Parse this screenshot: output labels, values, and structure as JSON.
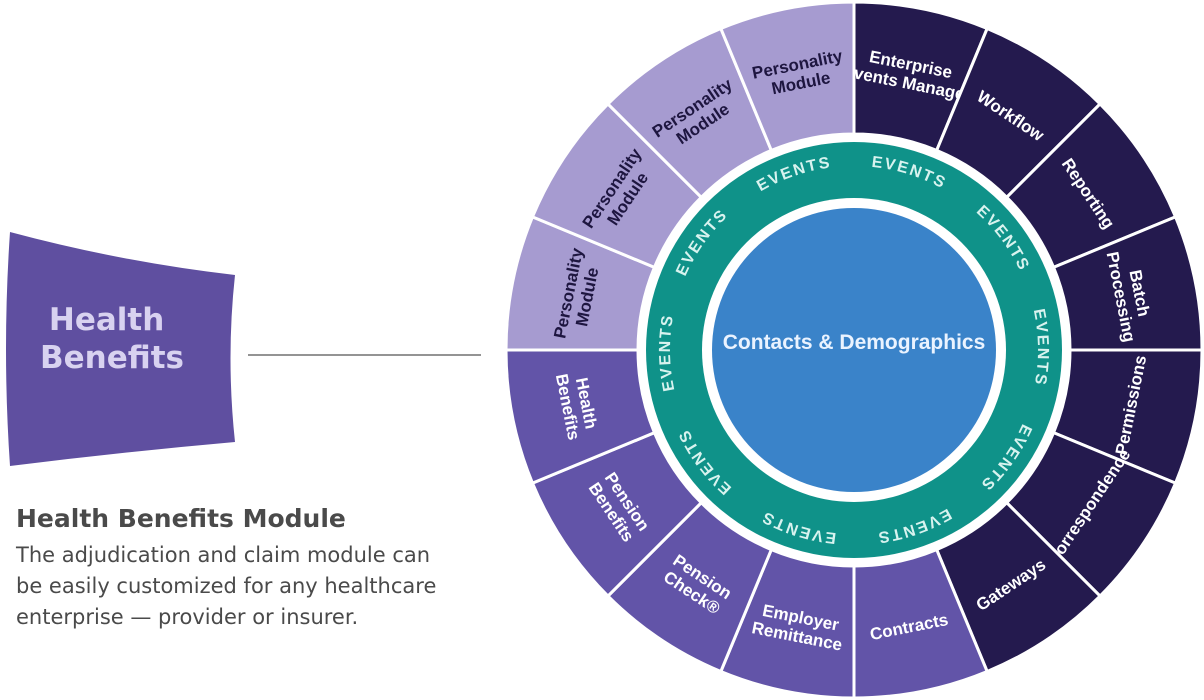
{
  "module_block": {
    "label_lines": [
      "Health",
      "Benefits"
    ],
    "color": "#5f4fa0",
    "text_color": "#d8d2f0"
  },
  "description": {
    "title": "Health Benefits Module",
    "body": "The adjudication and claim module can be easily customized for any healthcare enterprise — provider or insurer."
  },
  "wheel": {
    "center_label": "Contacts & Demographics",
    "center_color": "#3a83c9",
    "ring_color": "#0f9289",
    "ring_label": "EVENTS",
    "ring_label_count": 10,
    "colors": {
      "personality": "#a69bd0",
      "module": "#6254a8",
      "core": "#241a4e"
    },
    "segments": [
      {
        "lines": [
          "Enterprise",
          "Events Manager"
        ],
        "group": "core"
      },
      {
        "lines": [
          "Workflow"
        ],
        "group": "core"
      },
      {
        "lines": [
          "Reporting"
        ],
        "group": "core"
      },
      {
        "lines": [
          "Batch",
          "Processing"
        ],
        "group": "core"
      },
      {
        "lines": [
          "Permissions"
        ],
        "group": "core"
      },
      {
        "lines": [
          "Correspondence"
        ],
        "group": "core"
      },
      {
        "lines": [
          "Gateways"
        ],
        "group": "core"
      },
      {
        "lines": [
          "Contracts"
        ],
        "group": "module"
      },
      {
        "lines": [
          "Employer",
          "Remittance"
        ],
        "group": "module"
      },
      {
        "lines": [
          "Pension",
          "Check®"
        ],
        "group": "module"
      },
      {
        "lines": [
          "Pension",
          "Benefits"
        ],
        "group": "module"
      },
      {
        "lines": [
          "Health",
          "Benefits"
        ],
        "group": "module"
      },
      {
        "lines": [
          "Personality",
          "Module"
        ],
        "group": "personality"
      },
      {
        "lines": [
          "Personality",
          "Module"
        ],
        "group": "personality"
      },
      {
        "lines": [
          "Personality",
          "Module"
        ],
        "group": "personality"
      },
      {
        "lines": [
          "Personality",
          "Module"
        ],
        "group": "personality"
      }
    ]
  }
}
